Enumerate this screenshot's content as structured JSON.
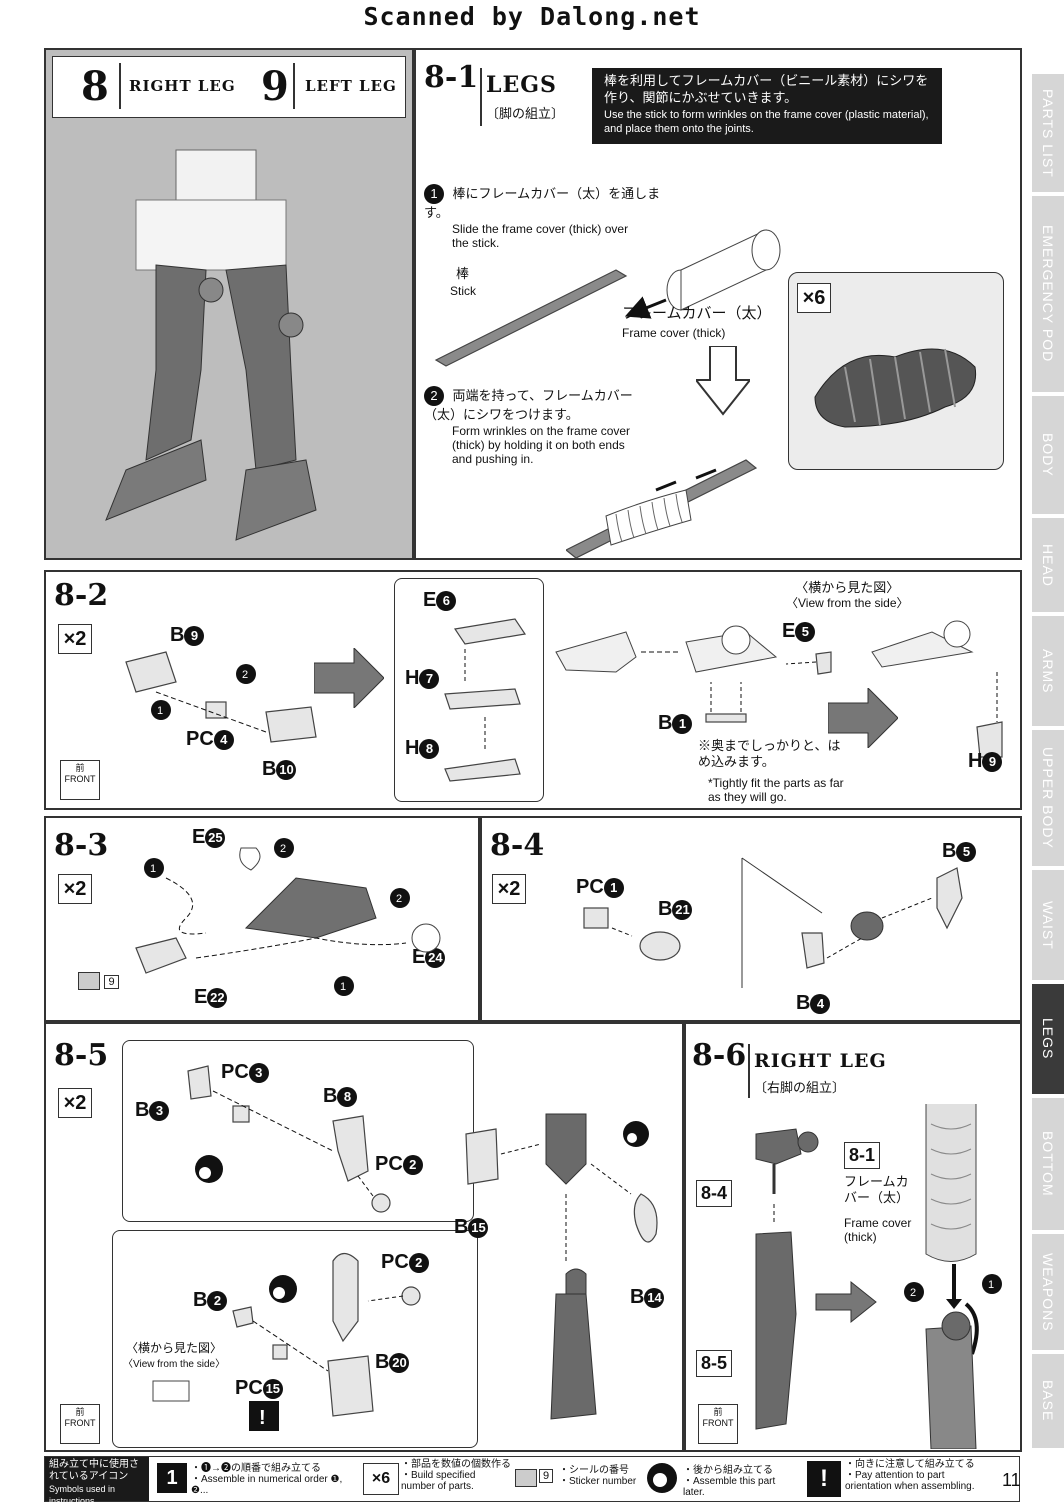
{
  "scan_credit": "Scanned by Dalong.net",
  "page_number": "11",
  "header": {
    "num_right": "8",
    "title_right": "RIGHT LEG",
    "num_left": "9",
    "title_left": "LEFT LEG"
  },
  "step_8_1": {
    "label": "8-1",
    "title": "LEGS",
    "title_jp": "〔脚の組立〕",
    "note_jp": "棒を利用してフレームカバー（ビニール素材）にシワを作り、関節にかぶせていきます。",
    "note_en": "Use the stick to form wrinkles on the frame cover (plastic material), and place them onto the joints.",
    "sub1_num": "1",
    "sub1_jp": "棒にフレームカバー（太）を通します。",
    "sub1_en": "Slide the frame cover (thick) over the stick.",
    "stick_jp": "棒",
    "stick_en": "Stick",
    "cover_jp": "フレームカバー（太）",
    "cover_en": "Frame cover (thick)",
    "sub2_num": "2",
    "sub2_jp": "両端を持って、フレームカバー（太）にシワをつけます。",
    "sub2_en": "Form wrinkles on the frame cover (thick) by holding it on both ends and pushing in.",
    "qty": "×6"
  },
  "step_8_2": {
    "label": "8-2",
    "qty": "×2",
    "parts": {
      "b9": "B",
      "b9n": "9",
      "pc4": "PC",
      "pc4n": "4",
      "b10": "B",
      "b10n": "10",
      "e6": "E",
      "e6n": "6",
      "h7": "H",
      "h7n": "7",
      "h8": "H",
      "h8n": "8",
      "b1": "B",
      "b1n": "1",
      "e5": "E",
      "e5n": "5",
      "h9": "H",
      "h9n": "9"
    },
    "side_jp": "〈横から見た図〉",
    "side_en": "〈View from the side〉",
    "tight_jp": "※奥までしっかりと、はめ込みます。",
    "tight_en": "*Tightly fit the parts as far as they will go.",
    "front_jp": "前",
    "front_en": "FRONT"
  },
  "step_8_3": {
    "label": "8-3",
    "qty": "×2",
    "parts": {
      "e25": "E",
      "e25n": "25",
      "e24": "E",
      "e24n": "24",
      "e22": "E",
      "e22n": "22"
    },
    "sticker": "9"
  },
  "step_8_4": {
    "label": "8-4",
    "qty": "×2",
    "parts": {
      "pc1": "PC",
      "pc1n": "1",
      "b21": "B",
      "b21n": "21",
      "b5": "B",
      "b5n": "5",
      "b4": "B",
      "b4n": "4"
    }
  },
  "step_8_5": {
    "label": "8-5",
    "qty": "×2",
    "parts": {
      "b3": "B",
      "b3n": "3",
      "pc3": "PC",
      "pc3n": "3",
      "b8": "B",
      "b8n": "8",
      "pc2": "PC",
      "pc2n": "2",
      "b15": "B",
      "b15n": "15",
      "b14": "B",
      "b14n": "14",
      "b2": "B",
      "b2n": "2",
      "pc2b": "PC",
      "pc2bn": "2",
      "b20": "B",
      "b20n": "20",
      "pc15": "PC",
      "pc15n": "15"
    },
    "side_jp": "〈横から見た図〉",
    "side_en": "〈View from the side〉",
    "front_jp": "前",
    "front_en": "FRONT"
  },
  "step_8_6": {
    "label": "8-6",
    "title": "RIGHT LEG",
    "title_jp": "〔右脚の組立〕",
    "ref_8_1": "8-1",
    "cover_jp": "フレームカバー（太）",
    "cover_en": "Frame cover (thick)",
    "ref_8_4": "8-4",
    "ref_8_5": "8-5",
    "front_jp": "前",
    "front_en": "FRONT"
  },
  "tabs": [
    "PARTS LIST",
    "EMERGENCY POD",
    "BODY",
    "HEAD",
    "ARMS",
    "UPPER BODY",
    "WAIST",
    "LEGS",
    "BOTTOM",
    "WEAPONS",
    "BASE"
  ],
  "legend": {
    "heading_jp": "組み立て中に使用されているアイコン",
    "heading_en": "Symbols used in instructions",
    "i1_jp": "・❶→❷の順番で組み立てる",
    "i1_en": "・Assemble in numerical order ❶, ❷...",
    "i2_jp": "・部品を数値の個数作る",
    "i2_en": "・Build specified number of parts.",
    "i3_jp": "・シールの番号",
    "i3_en": "・Sticker number",
    "i4_jp": "・後から組み立てる",
    "i4_en": "・Assemble this part later.",
    "i5_jp": "・向きに注意して組み立てる",
    "i5_en": "・Pay attention to part orientation when assembling."
  }
}
